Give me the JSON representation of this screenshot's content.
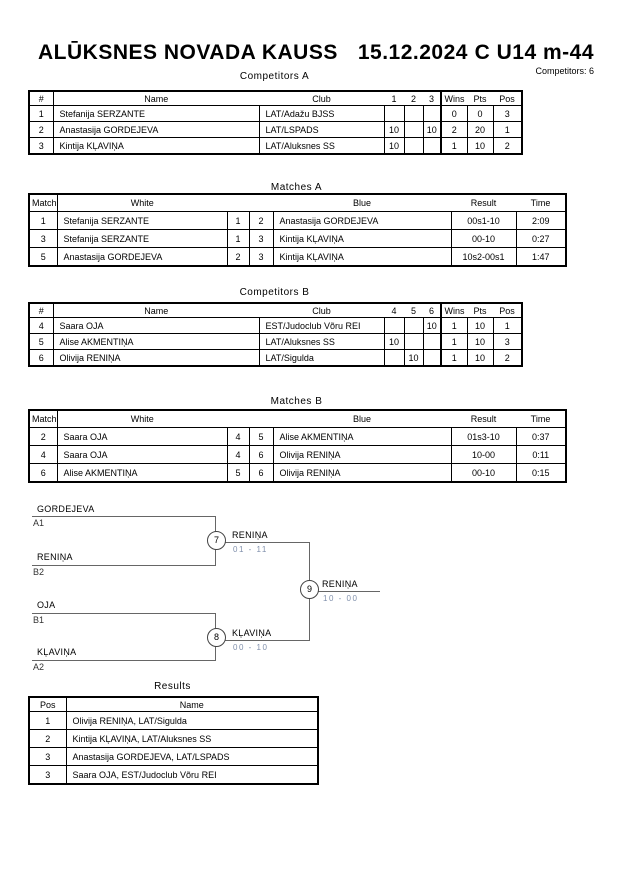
{
  "header": {
    "event": "ALŪKSNES NOVADA KAUSS",
    "date": "15.12.2024",
    "category": "C U14 m-44",
    "competitors_count": "Competitors: 6"
  },
  "competitors_a": {
    "label": "Competitors A",
    "headers": [
      "#",
      "Name",
      "Club",
      "1",
      "2",
      "3",
      "Wins",
      "Pts",
      "Pos"
    ],
    "rows": [
      [
        "1",
        "Stefanija SERZANTE",
        "LAT/Adažu BJSS",
        "",
        "",
        "",
        "0",
        "0",
        "3"
      ],
      [
        "2",
        "Anastasija GORDEJEVA",
        "LAT/LSPADS",
        "10",
        "",
        "10",
        "2",
        "20",
        "1"
      ],
      [
        "3",
        "Kintija KĻAVIŅA",
        "LAT/Aluksnes SS",
        "10",
        "",
        "",
        "1",
        "10",
        "2"
      ]
    ]
  },
  "matches_a": {
    "label": "Matches A",
    "headers": [
      "Match",
      "White",
      "",
      "",
      "Blue",
      "Result",
      "Time"
    ],
    "rows": [
      [
        "1",
        "Stefanija SERZANTE",
        "1",
        "2",
        "Anastasija GORDEJEVA",
        "00s1-10",
        "2:09"
      ],
      [
        "3",
        "Stefanija SERZANTE",
        "1",
        "3",
        "Kintija KĻAVIŅA",
        "00-10",
        "0:27"
      ],
      [
        "5",
        "Anastasija GORDEJEVA",
        "2",
        "3",
        "Kintija KĻAVIŅA",
        "10s2-00s1",
        "1:47"
      ]
    ]
  },
  "competitors_b": {
    "label": "Competitors B",
    "headers": [
      "#",
      "Name",
      "Club",
      "4",
      "5",
      "6",
      "Wins",
      "Pts",
      "Pos"
    ],
    "rows": [
      [
        "4",
        "Saara OJA",
        "EST/Judoclub Võru REI",
        "",
        "",
        "10",
        "1",
        "10",
        "1"
      ],
      [
        "5",
        "Alise AKMENTIŅA",
        "LAT/Aluksnes SS",
        "10",
        "",
        "",
        "1",
        "10",
        "3"
      ],
      [
        "6",
        "Olivija RENIŅA",
        "LAT/Sigulda",
        "",
        "10",
        "",
        "1",
        "10",
        "2"
      ]
    ]
  },
  "matches_b": {
    "label": "Matches B",
    "headers": [
      "Match",
      "White",
      "",
      "",
      "Blue",
      "Result",
      "Time"
    ],
    "rows": [
      [
        "2",
        "Saara OJA",
        "4",
        "5",
        "Alise AKMENTIŅA",
        "01s3-10",
        "0:37"
      ],
      [
        "4",
        "Saara OJA",
        "4",
        "6",
        "Olivija RENIŅA",
        "10-00",
        "0:11"
      ],
      [
        "6",
        "Alise AKMENTIŅA",
        "5",
        "6",
        "Olivija RENIŅA",
        "00-10",
        "0:15"
      ]
    ]
  },
  "results": {
    "label": "Results",
    "headers": [
      "Pos",
      "Name"
    ],
    "rows": [
      [
        "1",
        "Olivija RENIŅA, LAT/Sigulda"
      ],
      [
        "2",
        "Kintija KĻAVIŅA, LAT/Aluksnes SS"
      ],
      [
        "3",
        "Anastasija GORDEJEVA, LAT/LSPADS"
      ],
      [
        "3",
        "Saara OJA, EST/Judoclub Võru REI"
      ]
    ]
  },
  "bracket": {
    "slot_a1": {
      "name": "GORDEJEVA",
      "seed": "A1"
    },
    "slot_b2": {
      "name": "RENIŅA",
      "seed": "B2"
    },
    "slot_b1": {
      "name": "OJA",
      "seed": "B1"
    },
    "slot_a2": {
      "name": "KĻAVIŅA",
      "seed": "A2"
    },
    "match_7": {
      "number": "7",
      "winner": "RENIŅA",
      "score": "01 - 11"
    },
    "match_8": {
      "number": "8",
      "winner": "KĻAVIŅA",
      "score": "00 - 10"
    },
    "match_9": {
      "number": "9",
      "winner": "RENIŅA",
      "score": "10 - 00"
    }
  },
  "colors": {
    "text": "#000000",
    "table_border": "#000000",
    "bracket_line": "#666666",
    "score_text": "#8090ac"
  }
}
